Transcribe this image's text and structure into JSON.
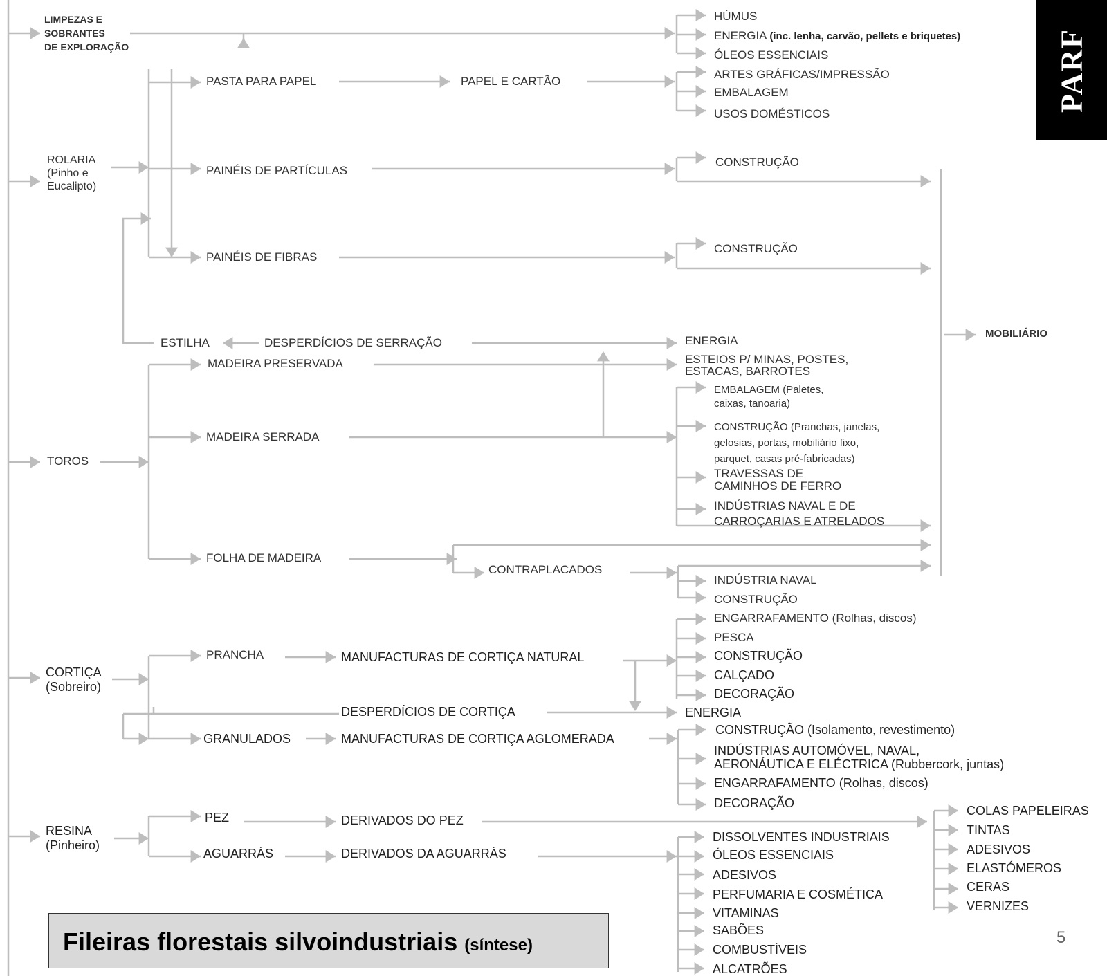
{
  "badge": "PARF",
  "title": {
    "main": "Fileiras florestais silvoindustriais",
    "sub": "(síntese)"
  },
  "page_number": "5",
  "sources": {
    "limpezas": "LIMPEZAS E\nSOBRANTES\nDE EXPLORAÇÃO",
    "rolaria": "ROLARIA\n(Pinho e\nEucalipto)",
    "toros": "TOROS",
    "cortica": "CORTIÇA\n(Sobreiro)",
    "resina": "RESINA\n(Pinheiro)"
  },
  "intermediate": {
    "pasta": "PASTA PARA PAPEL",
    "papel": "PAPEL E CARTÃO",
    "particulas": "PAINÉIS DE PARTÍCULAS",
    "fibras": "PAINÉIS DE FIBRAS",
    "estilha": "ESTILHA",
    "desperdicios_serracao": "DESPERDÍCIOS DE SERRAÇÃO",
    "preservada": "MADEIRA PRESERVADA",
    "serrada": "MADEIRA SERRADA",
    "folha": "FOLHA DE MADEIRA",
    "contraplacados": "CONTRAPLACADOS",
    "prancha": "PRANCHA",
    "manuf_natural": "MANUFACTURAS DE CORTIÇA NATURAL",
    "desperdicios_cortica": "DESPERDÍCIOS DE CORTIÇA",
    "granulados": "GRANULADOS",
    "manuf_aglomerada": "MANUFACTURAS DE CORTIÇA AGLOMERADA",
    "pez": "PEZ",
    "derivados_pez": "DERIVADOS DO PEZ",
    "aguarras": "AGUARRÁS",
    "derivados_aguarras": "DERIVADOS DA AGUARRÁS"
  },
  "products": {
    "humus": "HÚMUS",
    "energia1_a": "ENERGIA",
    "energia1_b": "(inc. lenha, carvão, pellets e briquetes)",
    "oleos1": "ÓLEOS ESSENCIAIS",
    "artes": "ARTES GRÁFICAS/IMPRESSÃO",
    "embalagem1": "EMBALAGEM",
    "usos": "USOS DOMÉSTICOS",
    "construcao1": "CONSTRUÇÃO",
    "construcao2": "CONSTRUÇÃO",
    "energia2": "ENERGIA",
    "esteios": "ESTEIOS P/ MINAS, POSTES,\nESTACAS, BARROTES",
    "embalagem2": "EMBALAGEM (Paletes,\ncaixas, tanoaria)",
    "construcao3": "CONSTRUÇÃO (Pranchas, janelas,\ngelosias, portas, mobiliário fixo,\nparquet, casas pré-fabricadas)",
    "travessas": "TRAVESSAS DE\nCAMINHOS DE FERRO",
    "industrias_naval_carr": "INDÚSTRIAS NAVAL E DE\nCARROÇARIAS E ATRELADOS",
    "mobiliario": "MOBILIÁRIO",
    "ind_naval": "INDÚSTRIA NAVAL",
    "construcao4": "CONSTRUÇÃO",
    "engarrafamento1": "ENGARRAFAMENTO (Rolhas, discos)",
    "pesca": "PESCA",
    "construcao5": "CONSTRUÇÃO",
    "calcado": "CALÇADO",
    "decoracao1": "DECORAÇÃO",
    "energia3": "ENERGIA",
    "construcao6": "CONSTRUÇÃO (Isolamento, revestimento)",
    "ind_auto": "INDÚSTRIAS AUTOMÓVEL, NAVAL,\nAERONÁUTICA E ELÉCTRICA (Rubbercork, juntas)",
    "engarrafamento2": "ENGARRAFAMENTO (Rolhas, discos)",
    "decoracao2": "DECORAÇÃO",
    "dissolventes": "DISSOLVENTES INDUSTRIAIS",
    "oleos2": "ÓLEOS ESSENCIAIS",
    "adesivos1": "ADESIVOS",
    "perfumaria": "PERFUMARIA E COSMÉTICA",
    "vitaminas": "VITAMINAS",
    "saboes": "SABÕES",
    "combustiveis": "COMBUSTÍVEIS",
    "alcatroes": "ALCATRÕES",
    "colas": "COLAS PAPELEIRAS",
    "tintas": "TINTAS",
    "adesivos2": "ADESIVOS",
    "elastomeros": "ELASTÓMEROS",
    "ceras": "CERAS",
    "vernizes": "VERNIZES"
  }
}
